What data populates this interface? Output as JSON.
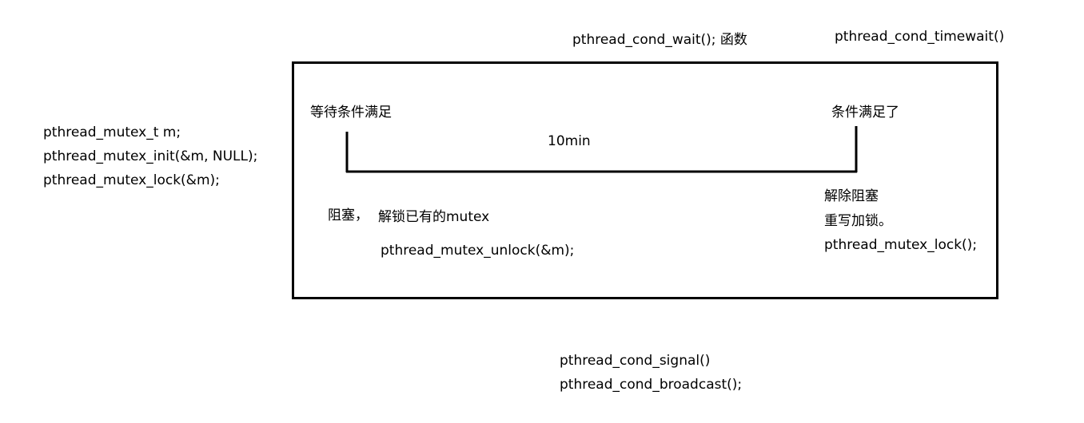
{
  "left_code": {
    "line1": "pthread_mutex_t  m;",
    "line2": "pthread_mutex_init(&m, NULL);",
    "line3": "pthread_mutex_lock(&m);"
  },
  "top": {
    "wait_fn": "pthread_cond_wait(); 函数",
    "timewait_fn": "pthread_cond_timewait()"
  },
  "box": {
    "start_label": "等待条件满足",
    "end_label": "条件满足了",
    "duration": "10min",
    "block_label": "阻塞，",
    "unlock_desc": "解锁已有的mutex",
    "unlock_call": "pthread_mutex_unlock(&m);",
    "unblock": "解除阻塞",
    "relock": "重写加锁。",
    "lock_call": "pthread_mutex_lock();"
  },
  "bottom": {
    "signal_fn": "pthread_cond_signal()",
    "broadcast_fn": "pthread_cond_broadcast();"
  }
}
